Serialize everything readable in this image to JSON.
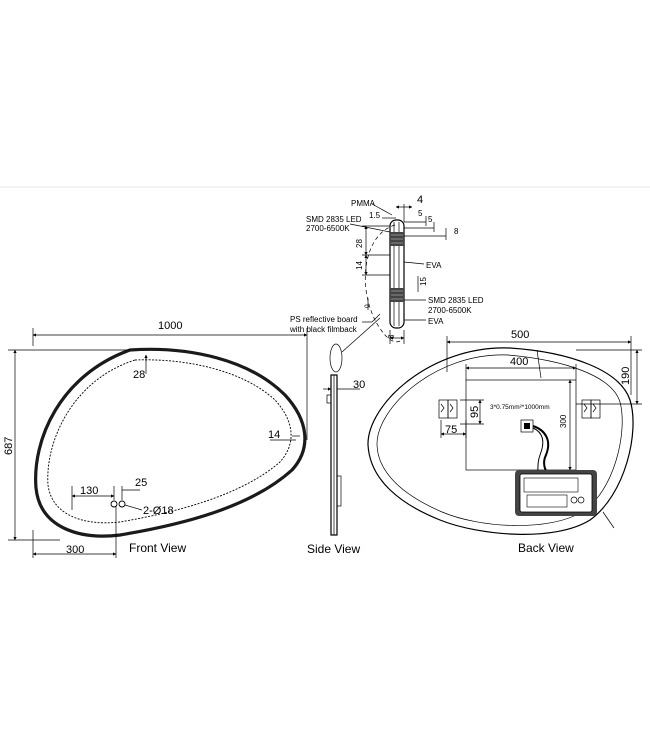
{
  "top_rule_color": "#e6e6e6",
  "detail": {
    "pmma": "PMMA",
    "d4": "4",
    "led_top_1": "SMD 2835 LED",
    "led_top_2": "2700-6500K",
    "d1_5": "1.5",
    "d5a": "5",
    "d5b": "5",
    "d8": "8",
    "d28": "28",
    "eva_top": "EVA",
    "d14": "14",
    "d15": "15",
    "d0": "0",
    "led_bot_1": "SMD 2835 LED",
    "led_bot_2": "2700-6500K",
    "eva_bot": "EVA",
    "board_1": "PS reflective board",
    "board_2": "with black filmback",
    "d8_bottom": "8"
  },
  "front": {
    "width": "1000",
    "height": "687",
    "d28": "28",
    "d14": "14",
    "d130": "130",
    "d25": "25",
    "holes": "2-Ø18",
    "d300": "300",
    "title": "Front View"
  },
  "side": {
    "d30": "30",
    "title": "Side View"
  },
  "back": {
    "d500": "500",
    "d400": "400",
    "d190": "190",
    "d95": "95",
    "d75": "75",
    "d300": "300",
    "cable": "3*0.75mm²*1000mm",
    "title": "Back View"
  }
}
